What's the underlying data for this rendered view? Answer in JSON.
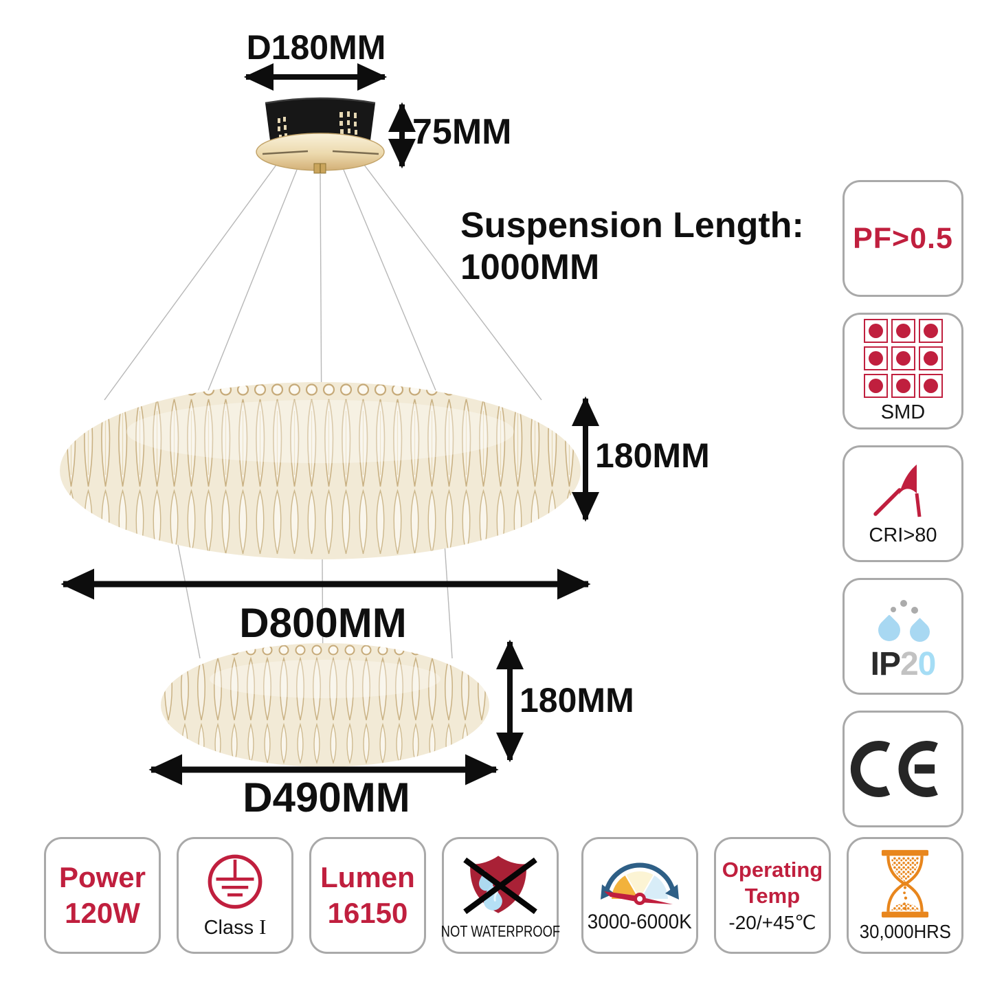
{
  "colors": {
    "crimson": "#c01f3e",
    "shield_red": "#a92136",
    "black_text": "#0f0f0f",
    "badge_border": "#a9a9a9",
    "orange": "#e8861d",
    "gauge_blue": "#2e5f86",
    "drop_blue": "#a8d8f2",
    "ip_gray": "#c2c2c2",
    "gold": "#c9ae7d",
    "wire_gray": "#b7b7b7"
  },
  "dimensions": {
    "canopy_diameter": "D180MM",
    "canopy_height": "75MM",
    "suspension_line1": "Suspension Length:",
    "suspension_line2": "1000MM",
    "large_ring_height": "180MM",
    "large_ring_diameter": "D800MM",
    "small_ring_height": "180MM",
    "small_ring_diameter": "D490MM"
  },
  "side_badges": {
    "pf": {
      "text": "PF>0.5"
    },
    "smd": {
      "label": "SMD"
    },
    "cri": {
      "label": "CRI>80"
    },
    "ip": {
      "prefix": "IP",
      "digit_first": "2",
      "digit_second": "0"
    },
    "ce": {
      "text": "CE"
    }
  },
  "bottom_badges": {
    "power": {
      "line1": "Power",
      "line2": "120W"
    },
    "class": {
      "label": "Class",
      "numeral": "I"
    },
    "lumen": {
      "line1": "Lumen",
      "line2": "16150"
    },
    "not_waterproof": {
      "label": "NOT WATERPROOF"
    },
    "kelvin": {
      "label": "3000-6000K"
    },
    "operating": {
      "line1": "Operating",
      "line2": "Temp",
      "line3": "-20/+45℃"
    },
    "hours": {
      "label": "30,000HRS"
    }
  }
}
